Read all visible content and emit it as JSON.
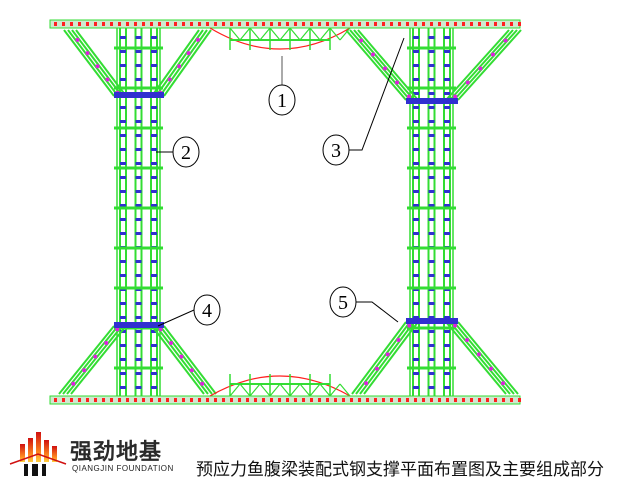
{
  "diagram": {
    "labels": [
      "1",
      "2",
      "3",
      "4",
      "5"
    ],
    "colors": {
      "member": "#33dd33",
      "beam": "#ff2020",
      "plate": "#3030d0",
      "joint": "#e020e0",
      "leader": "#000000"
    }
  },
  "logo": {
    "name_cn": "强劲地基",
    "name_en": "QIANGJIN FOUNDATION"
  },
  "caption": "预应力鱼腹梁装配式钢支撑平面布置图及主要组成部分"
}
